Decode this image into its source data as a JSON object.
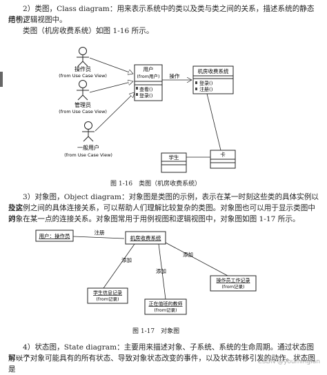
{
  "section2": {
    "line1": "2）类图，Class diagram：用来表示系统中的类以及类与类之间的关系，描述系统的静态结构，",
    "line2": "用于逻辑视图中。",
    "intro": "类图（机房收费系统）如图 1-16 所示。"
  },
  "fig16": {
    "actor1_name": "操作员",
    "actor1_from": "(from Use Case View)",
    "actor2_name": "管理员",
    "actor2_from": "(from Use Case View)",
    "actor3_name": "一般用户",
    "actor3_from": "(from Use Case View)",
    "user_class_name": "用户",
    "user_class_from": "(from用户)",
    "user_op1": "查看()",
    "user_op2": "登录()",
    "assoc_label": "操作",
    "system_class_name": "机房收费系统",
    "system_op1": "登录()",
    "system_op2": "注册()",
    "student_class": "学生",
    "card_class": "卡",
    "caption": "图 1-16　类图（机房收费系统）"
  },
  "section3": {
    "line1": "3）对象图，Object diagram：对象图是类图的示例，表示在某一时刻这些类的具体实例以及这",
    "line2": "些实例之间的具体连接关系，可以帮助人们理解比较复杂的类图。对象图也可以用于显示类图中的",
    "line3": "对象在某一点的连接关系。对象图常用于用例视图和逻辑视图中，对象图如图 1-17 所示。"
  },
  "fig17": {
    "user_obj": "用户：操作员",
    "register_label": "注册",
    "system_obj": "机房收费系统",
    "add_label_left": "添加",
    "add_label_mid": "添加",
    "add_label_right": "添加",
    "student_obj": "学生信息记录",
    "student_from": "(from记录)",
    "teacher_obj": "正在值班的教师",
    "teacher_from": "(from记录)",
    "operator_obj": "操作员工作记录",
    "operator_from": "(from记录)",
    "caption": "图 1-17　对象图"
  },
  "section4": {
    "line1": "4）状态图，State diagram：主要用来描述对象、子系统、系统的生命周期。通过状态图可以了",
    "line2": "解一个对象可能具有的所有状态、导致对象状态改变的事件，以及状态转移引发的动作。状态图是"
  },
  "watermark": "CSDN @youminglan"
}
